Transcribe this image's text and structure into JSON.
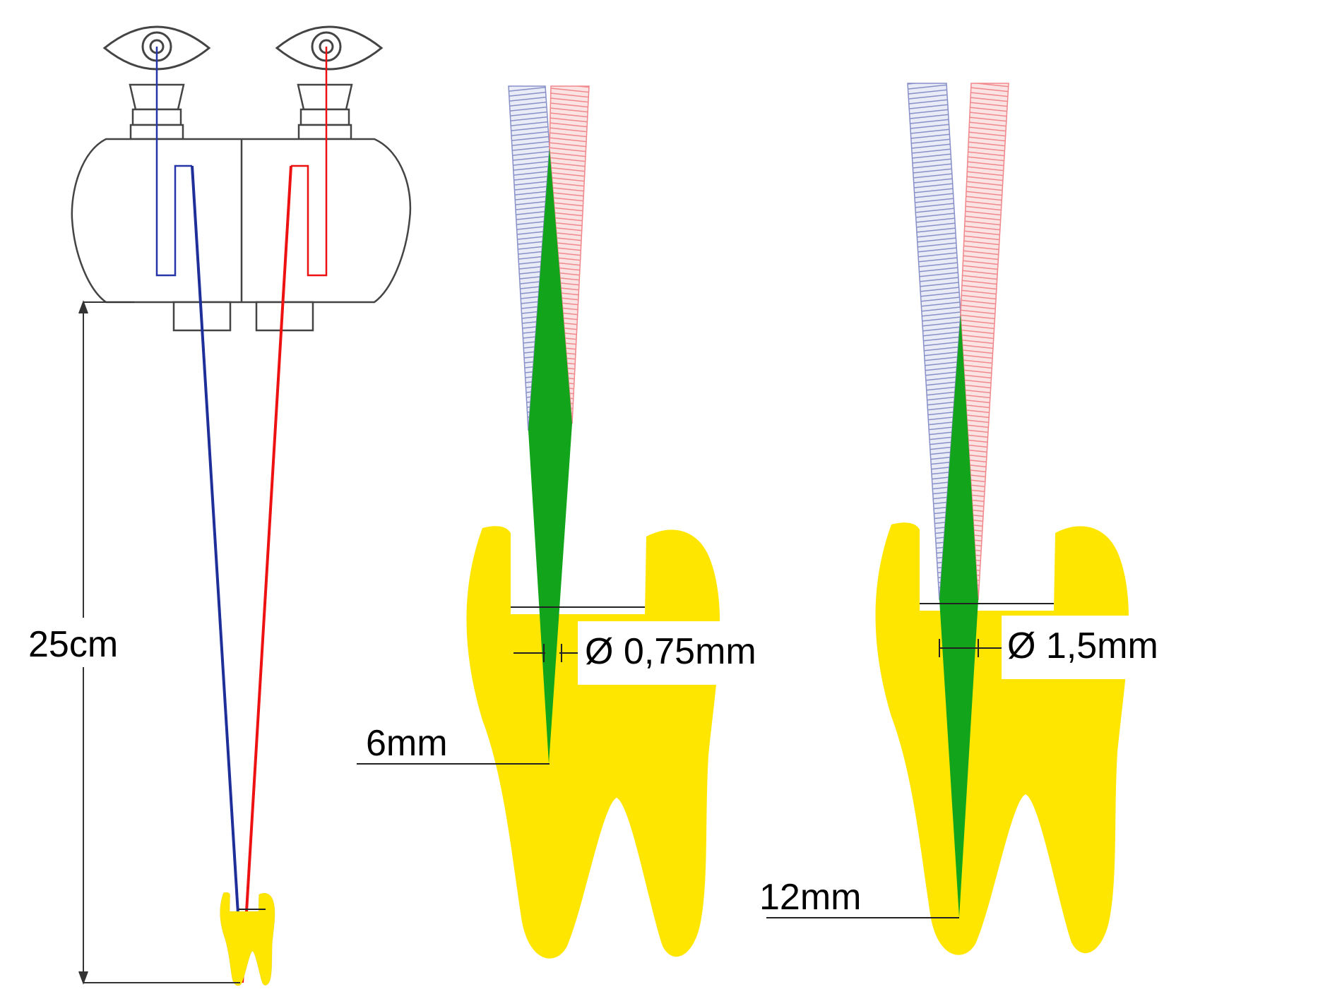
{
  "labels": {
    "distance": "25cm",
    "depth_small": "6mm",
    "diameter_small": "Ø 0,75mm",
    "diameter_large": "Ø 1,5mm",
    "depth_large": "12mm"
  },
  "colors": {
    "left_eye_ray": "#1f2f9a",
    "right_eye_ray": "#ee1111",
    "overlap_region": "#12a51c",
    "tooth": "#ffe600",
    "blue_hatch": "#8890c8",
    "red_hatch": "#f0888c",
    "microscope_outline": "#333333"
  },
  "icons": [
    "eye-icon",
    "eye-icon"
  ]
}
